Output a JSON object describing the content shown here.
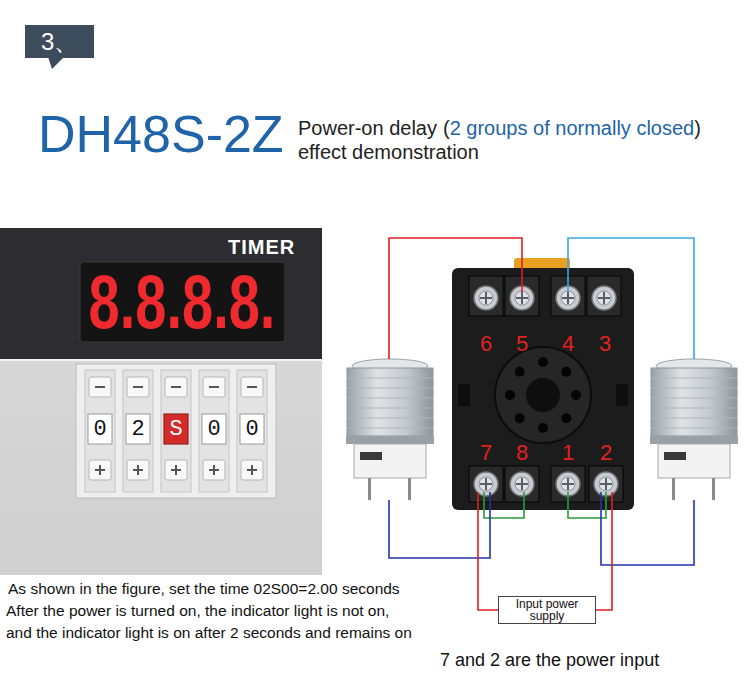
{
  "diagram": {
    "title": "DH48S-2Z",
    "nodes": [
      {
        "text": [
          "3、"
        ]
      },
      {
        "text": [
          "Input power supply"
        ]
      }
    ],
    "labels": [
      "Power-on delay",
      "(",
      "2 groups of normally closed",
      ")",
      "effect demonstration",
      "TIMER",
      "8.8.8.8.",
      "0",
      "2",
      "S",
      "0",
      "0",
      "6",
      "5",
      "4",
      "3",
      "7",
      "8",
      "1",
      "2",
      "As shown in the figure, set the time 02S00=2.00 seconds",
      "After the power is turned on, the indicator light is not on,",
      "and the indicator light is on after 2 seconds and remains on",
      "7 and 2 are the power input"
    ]
  }
}
